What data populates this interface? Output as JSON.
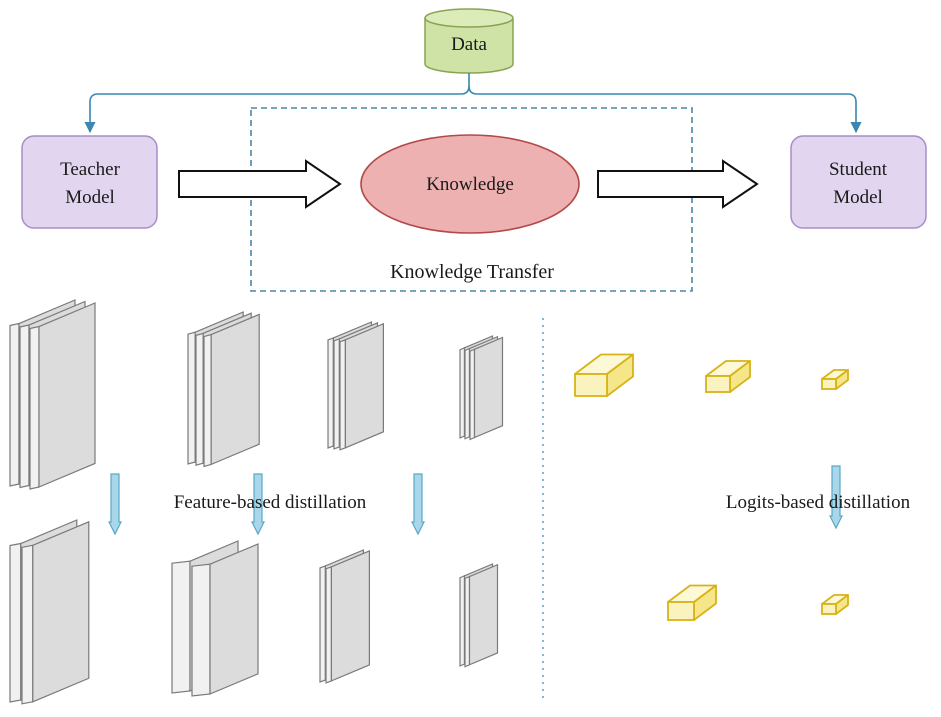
{
  "nodes": {
    "data": "Data",
    "teacher": [
      "Teacher",
      "Model"
    ],
    "knowledge": "Knowledge",
    "student": [
      "Student",
      "Model"
    ]
  },
  "labels": {
    "knowledge_transfer": "Knowledge Transfer",
    "feature_based": "Feature-based distillation",
    "logits_based": "Logits-based distillation"
  },
  "colors": {
    "data_fill": "#cfe3a6",
    "data_stroke": "#8aa353",
    "model_fill": "#e1d5f0",
    "model_stroke": "#a58fc6",
    "knowledge_fill": "#eeb1b1",
    "knowledge_stroke": "#b34a4a",
    "connector": "#3a87b3",
    "dashed_box": "#4a87a6",
    "arrow_down_fill": "#a8d7ea",
    "arrow_down_stroke": "#5aa6c7",
    "feature_map_fill": "#dcdcdc",
    "feature_map_stroke": "#7a7a7a",
    "logit_fill": "#fbf3bf",
    "logit_stroke": "#d8b318"
  }
}
